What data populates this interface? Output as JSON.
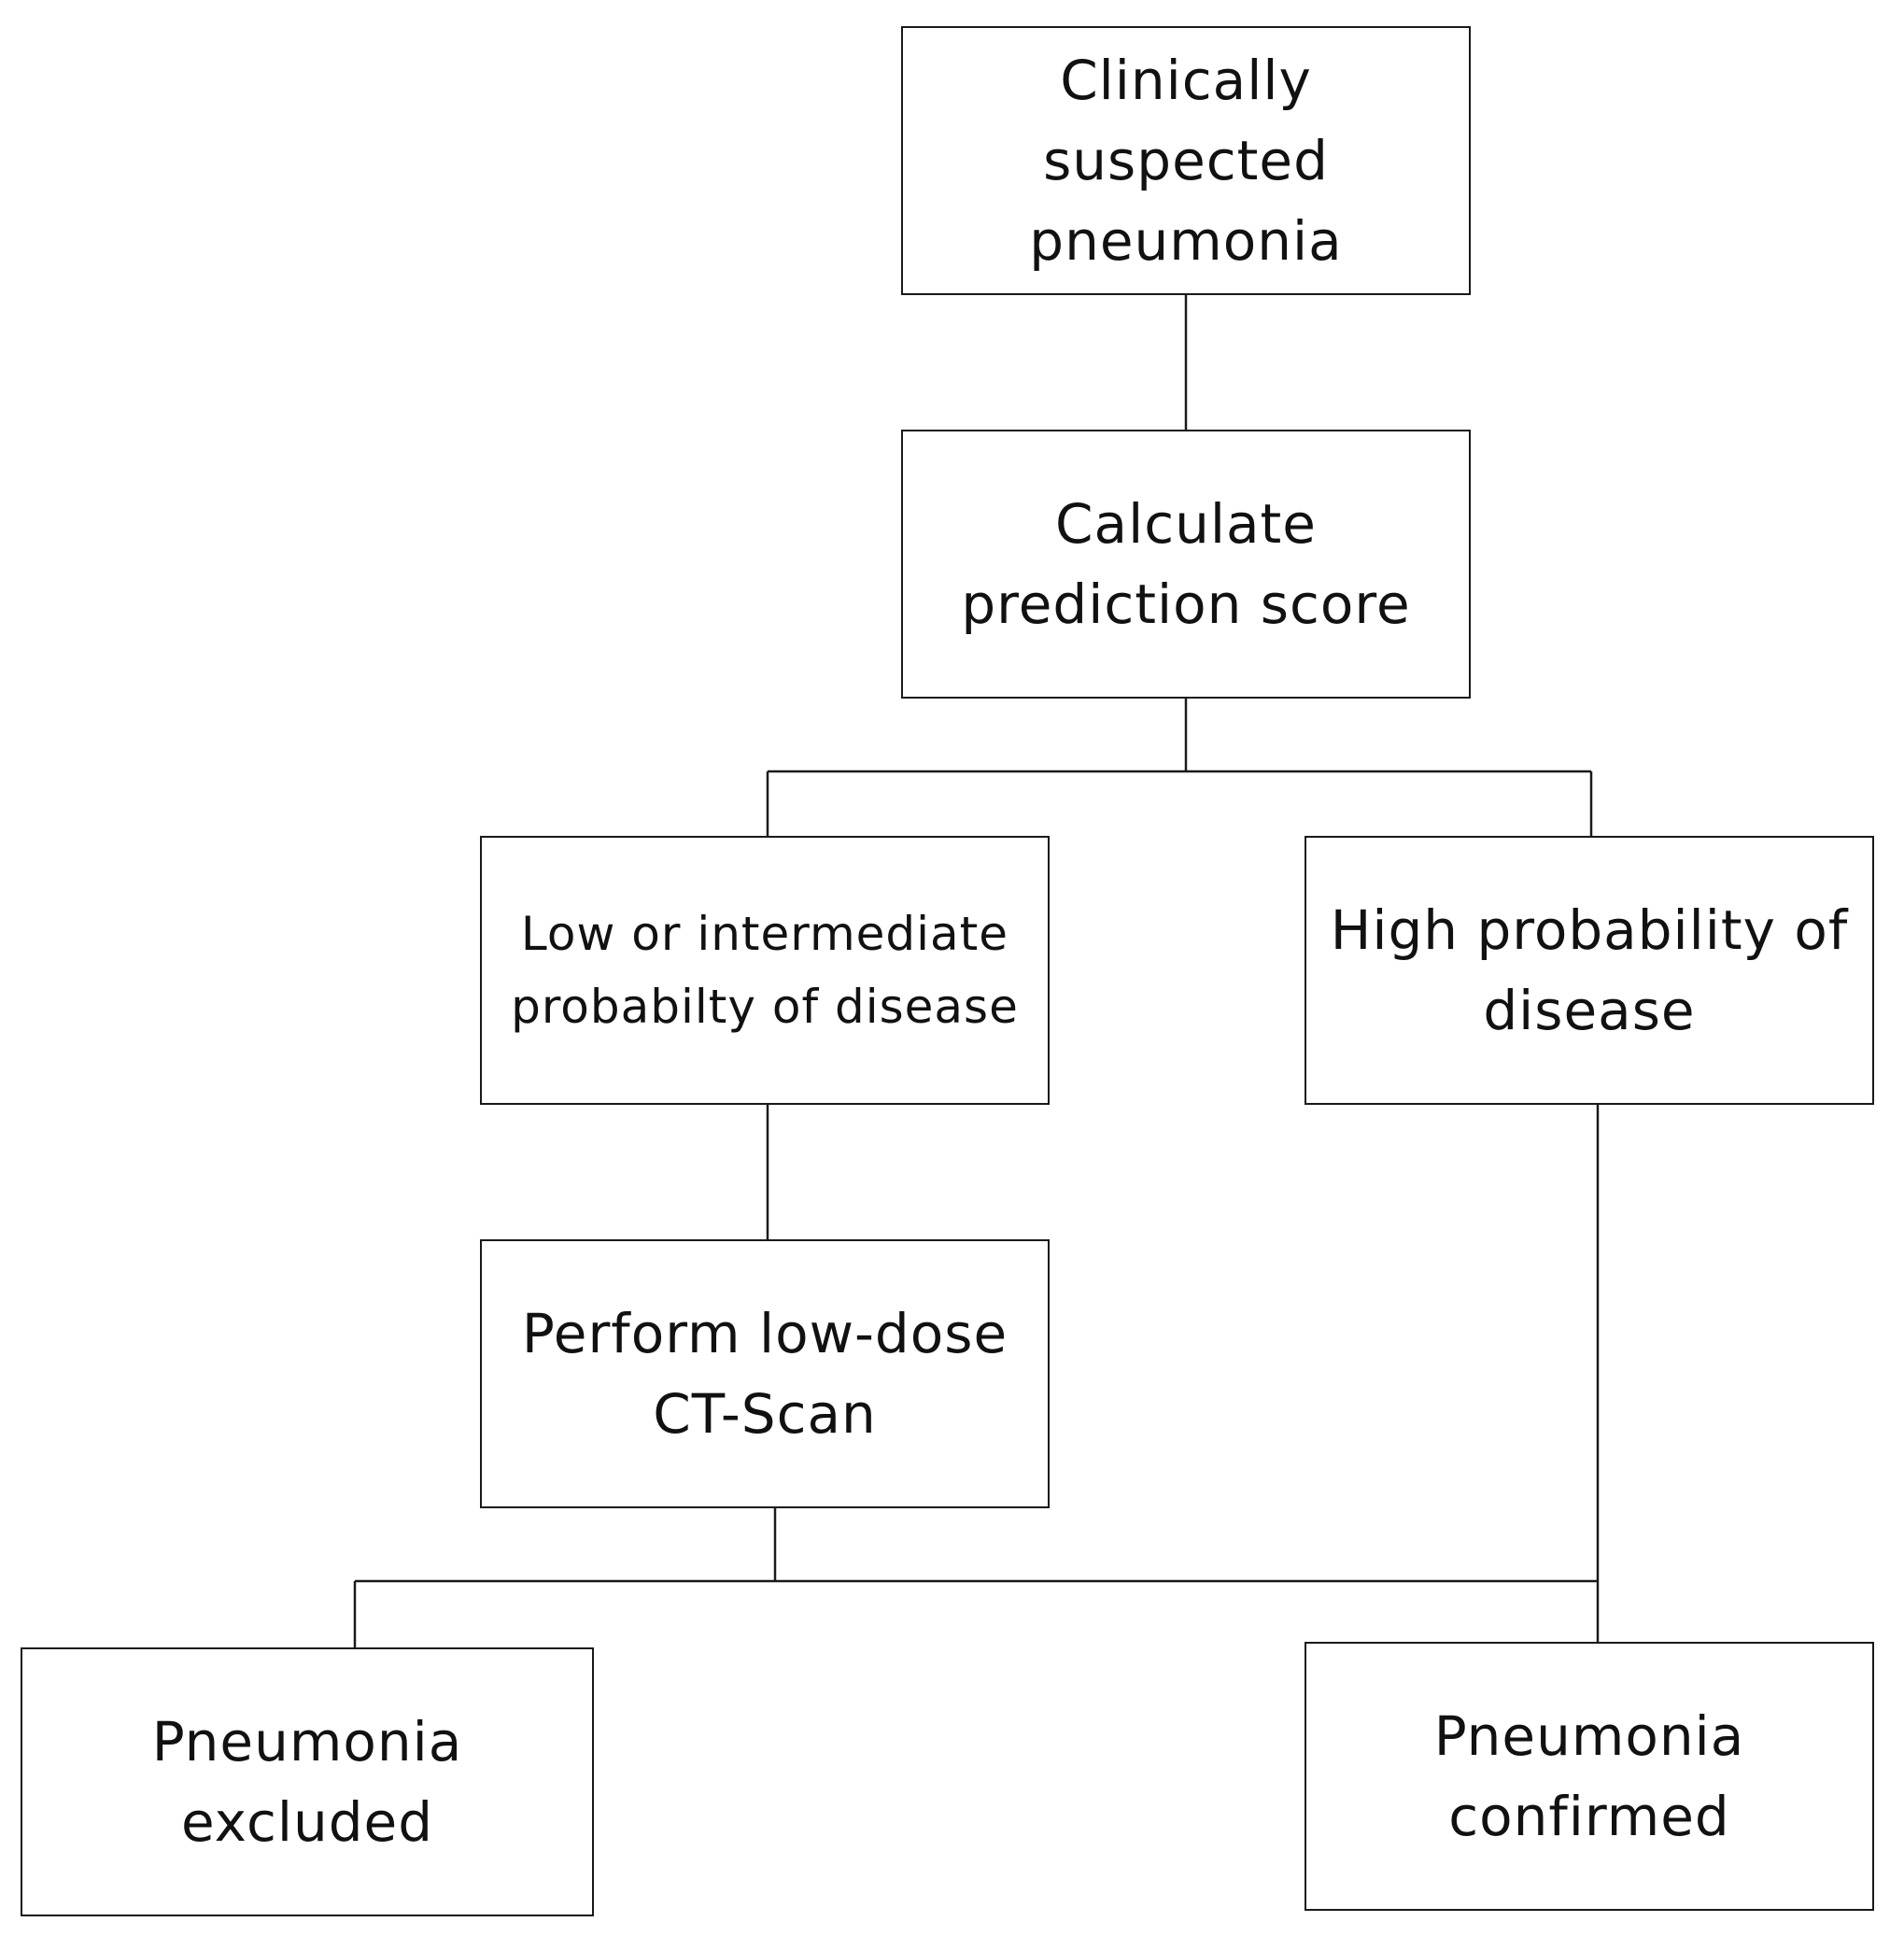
{
  "flowchart": {
    "nodes": {
      "suspected": "Clinically\nsuspected\npneumonia",
      "calculate": "Calculate\nprediction score",
      "low": "Low or intermediate\nprobabilty of disease",
      "high": "High probability of\ndisease",
      "ct": "Perform low-dose\nCT-Scan",
      "excluded": "Pneumonia\nexcluded",
      "confirmed": "Pneumonia\nconfirmed"
    },
    "edges": [
      {
        "from": "suspected",
        "to": "calculate"
      },
      {
        "from": "calculate",
        "to": "low"
      },
      {
        "from": "calculate",
        "to": "high"
      },
      {
        "from": "low",
        "to": "ct"
      },
      {
        "from": "ct",
        "to": "excluded"
      },
      {
        "from": "ct",
        "to": "confirmed"
      },
      {
        "from": "high",
        "to": "confirmed"
      }
    ]
  },
  "colors": {
    "line": "#1a1a1a",
    "box_border": "#1a1a1a",
    "background": "#ffffff"
  }
}
